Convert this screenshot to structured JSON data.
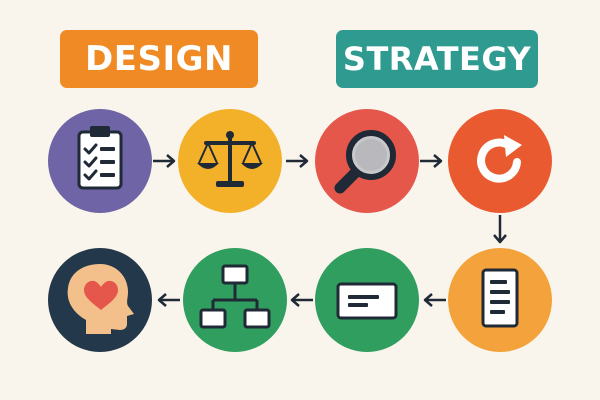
{
  "labels": {
    "design": "DESIGN",
    "strategy": "STRATEGY"
  },
  "colors": {
    "background": "#faf5ec",
    "purple": "#6e64a6",
    "yellow": "#f3b12a",
    "red": "#e5564b",
    "red_orange": "#ea5a31",
    "orange": "#f4a23c",
    "green": "#2f9e5e",
    "navy": "#23384a",
    "dark": "#1f2a36"
  },
  "nodes": [
    {
      "id": "checklist",
      "icon": "clipboard-checklist-icon",
      "color": "#6e64a6"
    },
    {
      "id": "balance",
      "icon": "balance-scale-icon",
      "color": "#f3b12a"
    },
    {
      "id": "search",
      "icon": "magnifying-glass-icon",
      "color": "#e5564b"
    },
    {
      "id": "cycle",
      "icon": "refresh-cycle-icon",
      "color": "#ea5a31"
    },
    {
      "id": "document",
      "icon": "document-lines-icon",
      "color": "#f4a23c"
    },
    {
      "id": "message",
      "icon": "message-box-icon",
      "color": "#2f9e5e"
    },
    {
      "id": "hierarchy",
      "icon": "hierarchy-chart-icon",
      "color": "#2f9e5e"
    },
    {
      "id": "mind",
      "icon": "head-heart-icon",
      "color": "#23384a"
    }
  ],
  "flow": [
    [
      "checklist",
      "balance"
    ],
    [
      "balance",
      "search"
    ],
    [
      "search",
      "cycle"
    ],
    [
      "cycle",
      "document"
    ],
    [
      "document",
      "message"
    ],
    [
      "message",
      "hierarchy"
    ],
    [
      "hierarchy",
      "mind"
    ]
  ]
}
